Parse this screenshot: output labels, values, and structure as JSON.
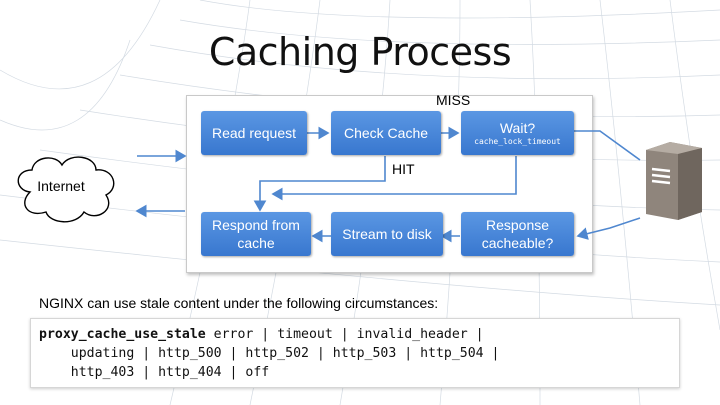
{
  "slide": {
    "title": "Caching Process",
    "caption": "NGINX can use stale content under the following circumstances:"
  },
  "diagram": {
    "internet_label": "Internet",
    "miss_label": "MISS",
    "hit_label": "HIT",
    "boxes": {
      "read_request": "Read request",
      "check_cache": "Check Cache",
      "wait": "Wait?",
      "wait_sub": "cache_lock_timeout",
      "respond_line1": "Respond from",
      "respond_line2": "cache",
      "stream": "Stream to disk",
      "cacheable_line1": "Response",
      "cacheable_line2": "cacheable?"
    },
    "colors": {
      "box": "#3f7fd6",
      "arrow": "#4f87cf"
    },
    "icons": [
      "cloud-icon",
      "server-icon"
    ]
  },
  "code": {
    "directive": "proxy_cache_use_stale",
    "line1_rest": " error | timeout | invalid_header |",
    "line2": "    updating | http_500 | http_502 | http_503 | http_504 |",
    "line3": "    http_403 | http_404 | off"
  }
}
